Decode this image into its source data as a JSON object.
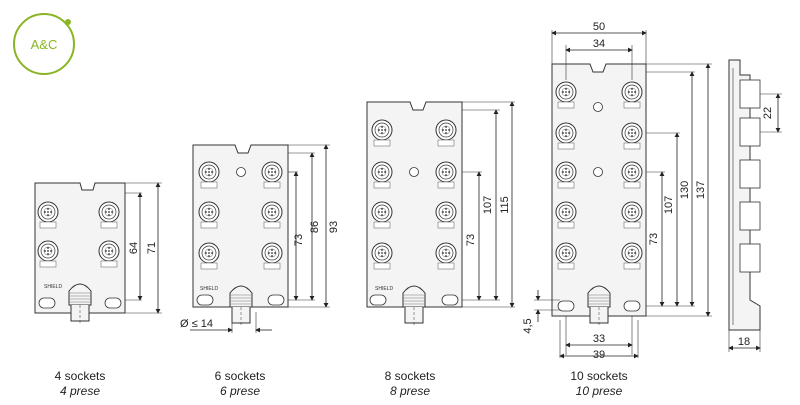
{
  "logo": {
    "text": "A&C",
    "color": "#8ab524"
  },
  "colors": {
    "line": "#333333",
    "dim": "#222222",
    "fill": "#f4f4f4"
  },
  "brand_marking": "SHIELD",
  "variants": [
    {
      "sockets_en": "4 sockets",
      "sockets_it": "4 prese",
      "dim_outer": "71",
      "dim_inner": "64"
    },
    {
      "sockets_en": "6 sockets",
      "sockets_it": "6 prese",
      "dim_outer": "93",
      "dim_mid": "86",
      "dim_inner": "73",
      "cable": "Ø ≤ 14"
    },
    {
      "sockets_en": "8 sockets",
      "sockets_it": "8 prese",
      "dim_outer": "115",
      "dim_mid": "107",
      "dim_inner": "73"
    },
    {
      "sockets_en": "10 sockets",
      "sockets_it": "10 prese",
      "dim_outer": "137",
      "dim_130": "130",
      "dim_mid": "107",
      "dim_inner": "73",
      "width_outer": "50",
      "width_inner": "34",
      "bottom_a": "33",
      "bottom_b": "39",
      "offset": "4,5"
    }
  ],
  "side_view": {
    "pitch": "22",
    "depth": "18"
  }
}
